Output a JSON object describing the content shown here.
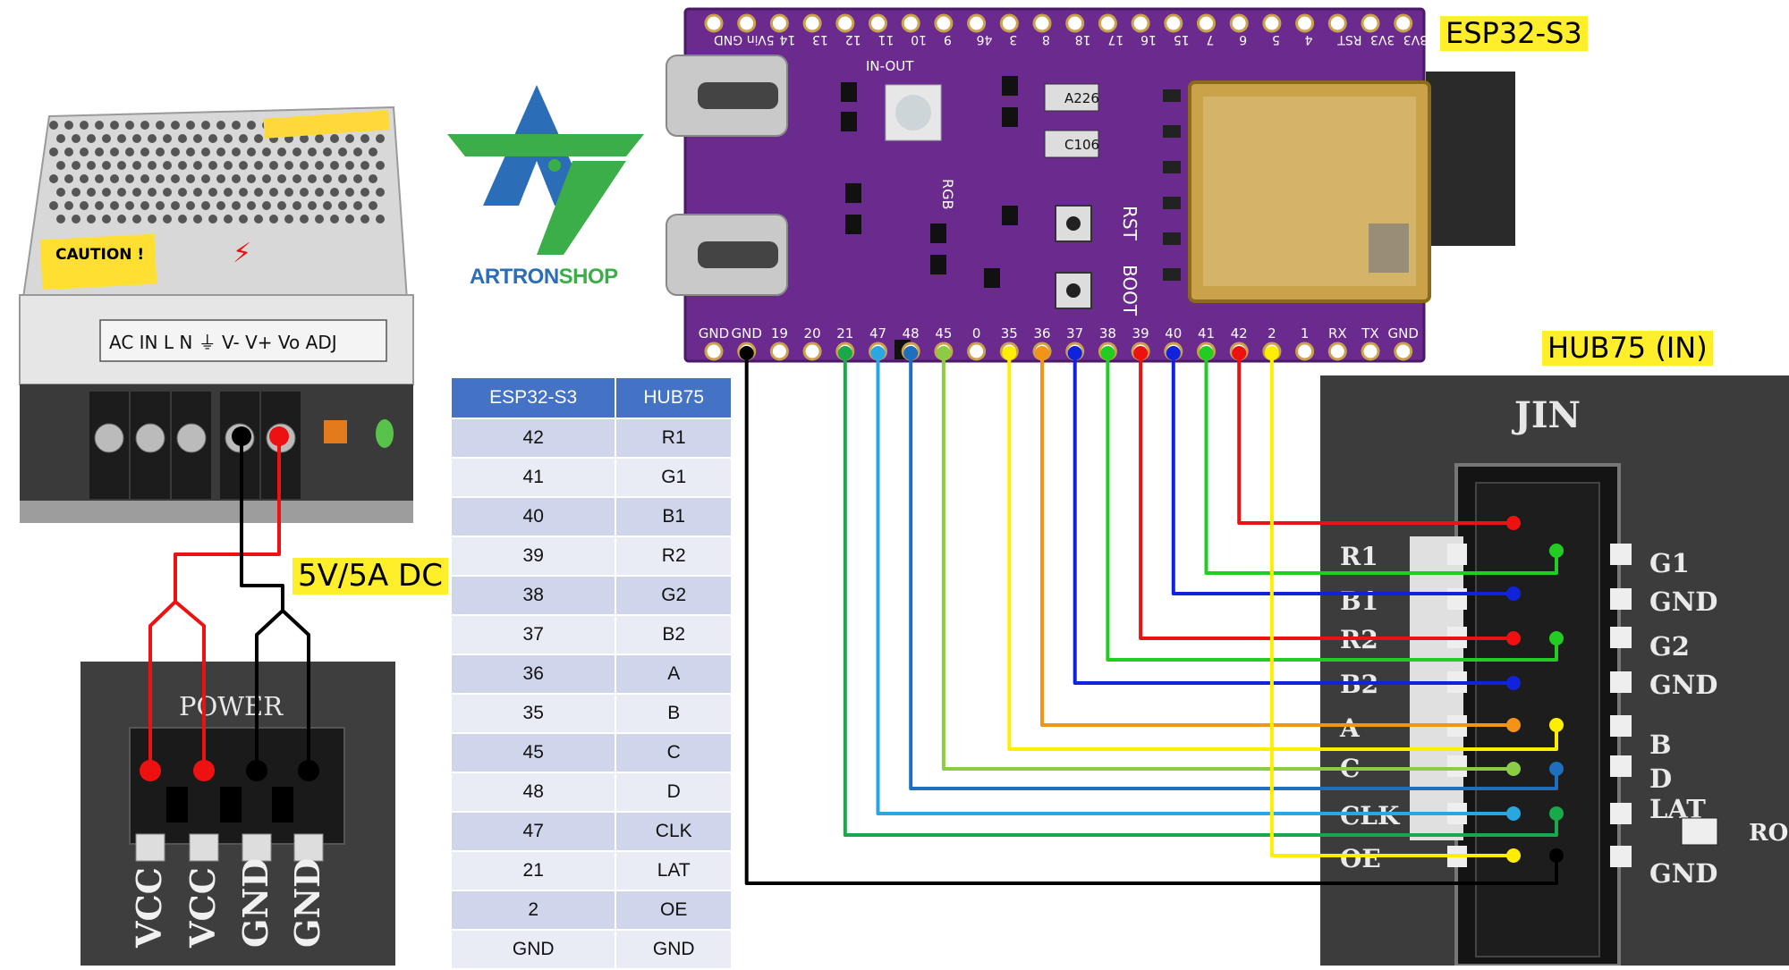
{
  "labels": {
    "board": "ESP32-S3",
    "hub": "HUB75 (IN)",
    "psu": "5V/5A DC",
    "panel_jin": "JIN",
    "power_header": "POWER",
    "caution": "CAUTION !",
    "psu_terminals": "AC IN  L  N   ⏚   V-  V+   Vo ADJ",
    "logo_a": "ARTRON",
    "logo_b": "SHOP",
    "rgb": "RGB",
    "rst": "RST",
    "boot": "BOOT",
    "in_out": "IN-OUT",
    "cap1": "A226",
    "cap2": "C106",
    "ro": "RO"
  },
  "board_top_pins": [
    "GND",
    "5Vin",
    "14",
    "13",
    "12",
    "11",
    "10",
    "9",
    "46",
    "3",
    "8",
    "18",
    "17",
    "16",
    "15",
    "7",
    "6",
    "5",
    "4",
    "RST",
    "3V3",
    "3V3"
  ],
  "board_bottom_pins": [
    "GND",
    "GND",
    "19",
    "20",
    "21",
    "47",
    "48",
    "45",
    "0",
    "35",
    "36",
    "37",
    "38",
    "39",
    "40",
    "41",
    "42",
    "2",
    "1",
    "RX",
    "TX",
    "GND"
  ],
  "power_pins": [
    "VCC",
    "VCC",
    "GND",
    "GND"
  ],
  "hub_left_labels": [
    "R1",
    "B1",
    "R2",
    "B2",
    "A",
    "C",
    "CLK",
    "OE"
  ],
  "hub_right_labels": [
    "G1",
    "GND",
    "G2",
    "GND",
    "B",
    "D",
    "LAT",
    "GND"
  ],
  "table": {
    "headers": [
      "ESP32-S3",
      "HUB75"
    ],
    "rows": [
      [
        "42",
        "R1"
      ],
      [
        "41",
        "G1"
      ],
      [
        "40",
        "B1"
      ],
      [
        "39",
        "R2"
      ],
      [
        "38",
        "G2"
      ],
      [
        "37",
        "B2"
      ],
      [
        "36",
        "A"
      ],
      [
        "35",
        "B"
      ],
      [
        "45",
        "C"
      ],
      [
        "48",
        "D"
      ],
      [
        "47",
        "CLK"
      ],
      [
        "21",
        "LAT"
      ],
      [
        "2",
        "OE"
      ],
      [
        "GND",
        "GND"
      ]
    ]
  },
  "colors": {
    "red": "#ee1111",
    "green": "#22cc22",
    "blue": "#1122dd",
    "orange": "#f39419",
    "yellow": "#ffee00",
    "lime": "#8ccc44",
    "teal": "#1f6fbf",
    "cyan": "#2aa7e0",
    "dgreen": "#19a84a",
    "black": "#000000",
    "board": "#6b2a8e",
    "label_bg": "#ffee2a"
  }
}
